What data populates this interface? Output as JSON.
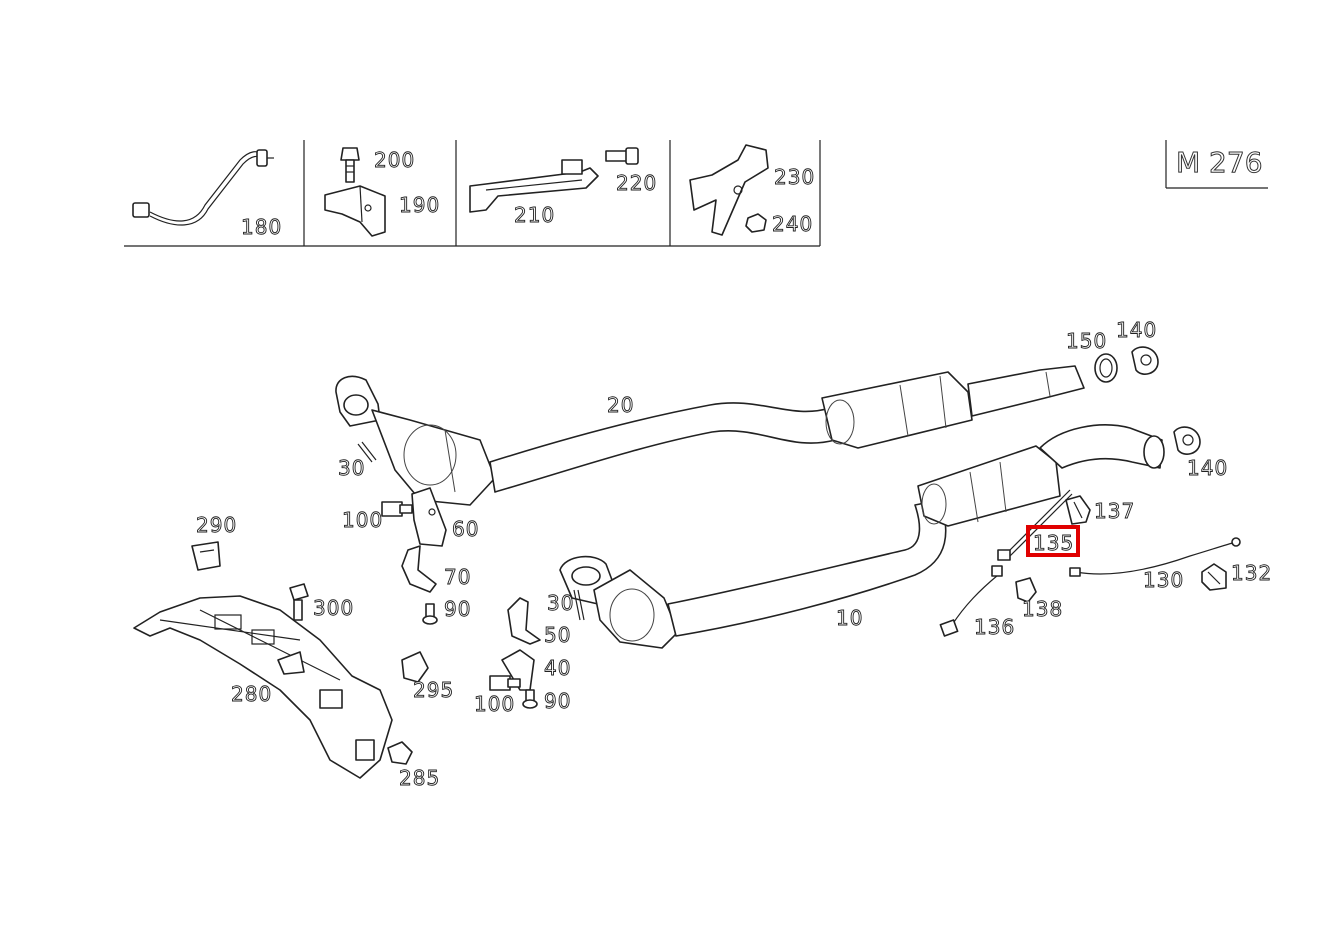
{
  "model_code": "M 276",
  "highlighted_part": "135",
  "highlight_color": "#e00000",
  "header_parts": [
    "180",
    "200",
    "190",
    "210",
    "220",
    "230",
    "240"
  ],
  "callouts": {
    "c10": "10",
    "c20": "20",
    "c30a": "30",
    "c30b": "30",
    "c40": "40",
    "c50": "50",
    "c60": "60",
    "c70": "70",
    "c90a": "90",
    "c90b": "90",
    "c100a": "100",
    "c100b": "100",
    "c130": "130",
    "c132": "132",
    "c135": "135",
    "c136": "136",
    "c137": "137",
    "c138": "138",
    "c140a": "140",
    "c140b": "140",
    "c150": "150",
    "c280": "280",
    "c285": "285",
    "c290": "290",
    "c295": "295",
    "c300": "300"
  }
}
